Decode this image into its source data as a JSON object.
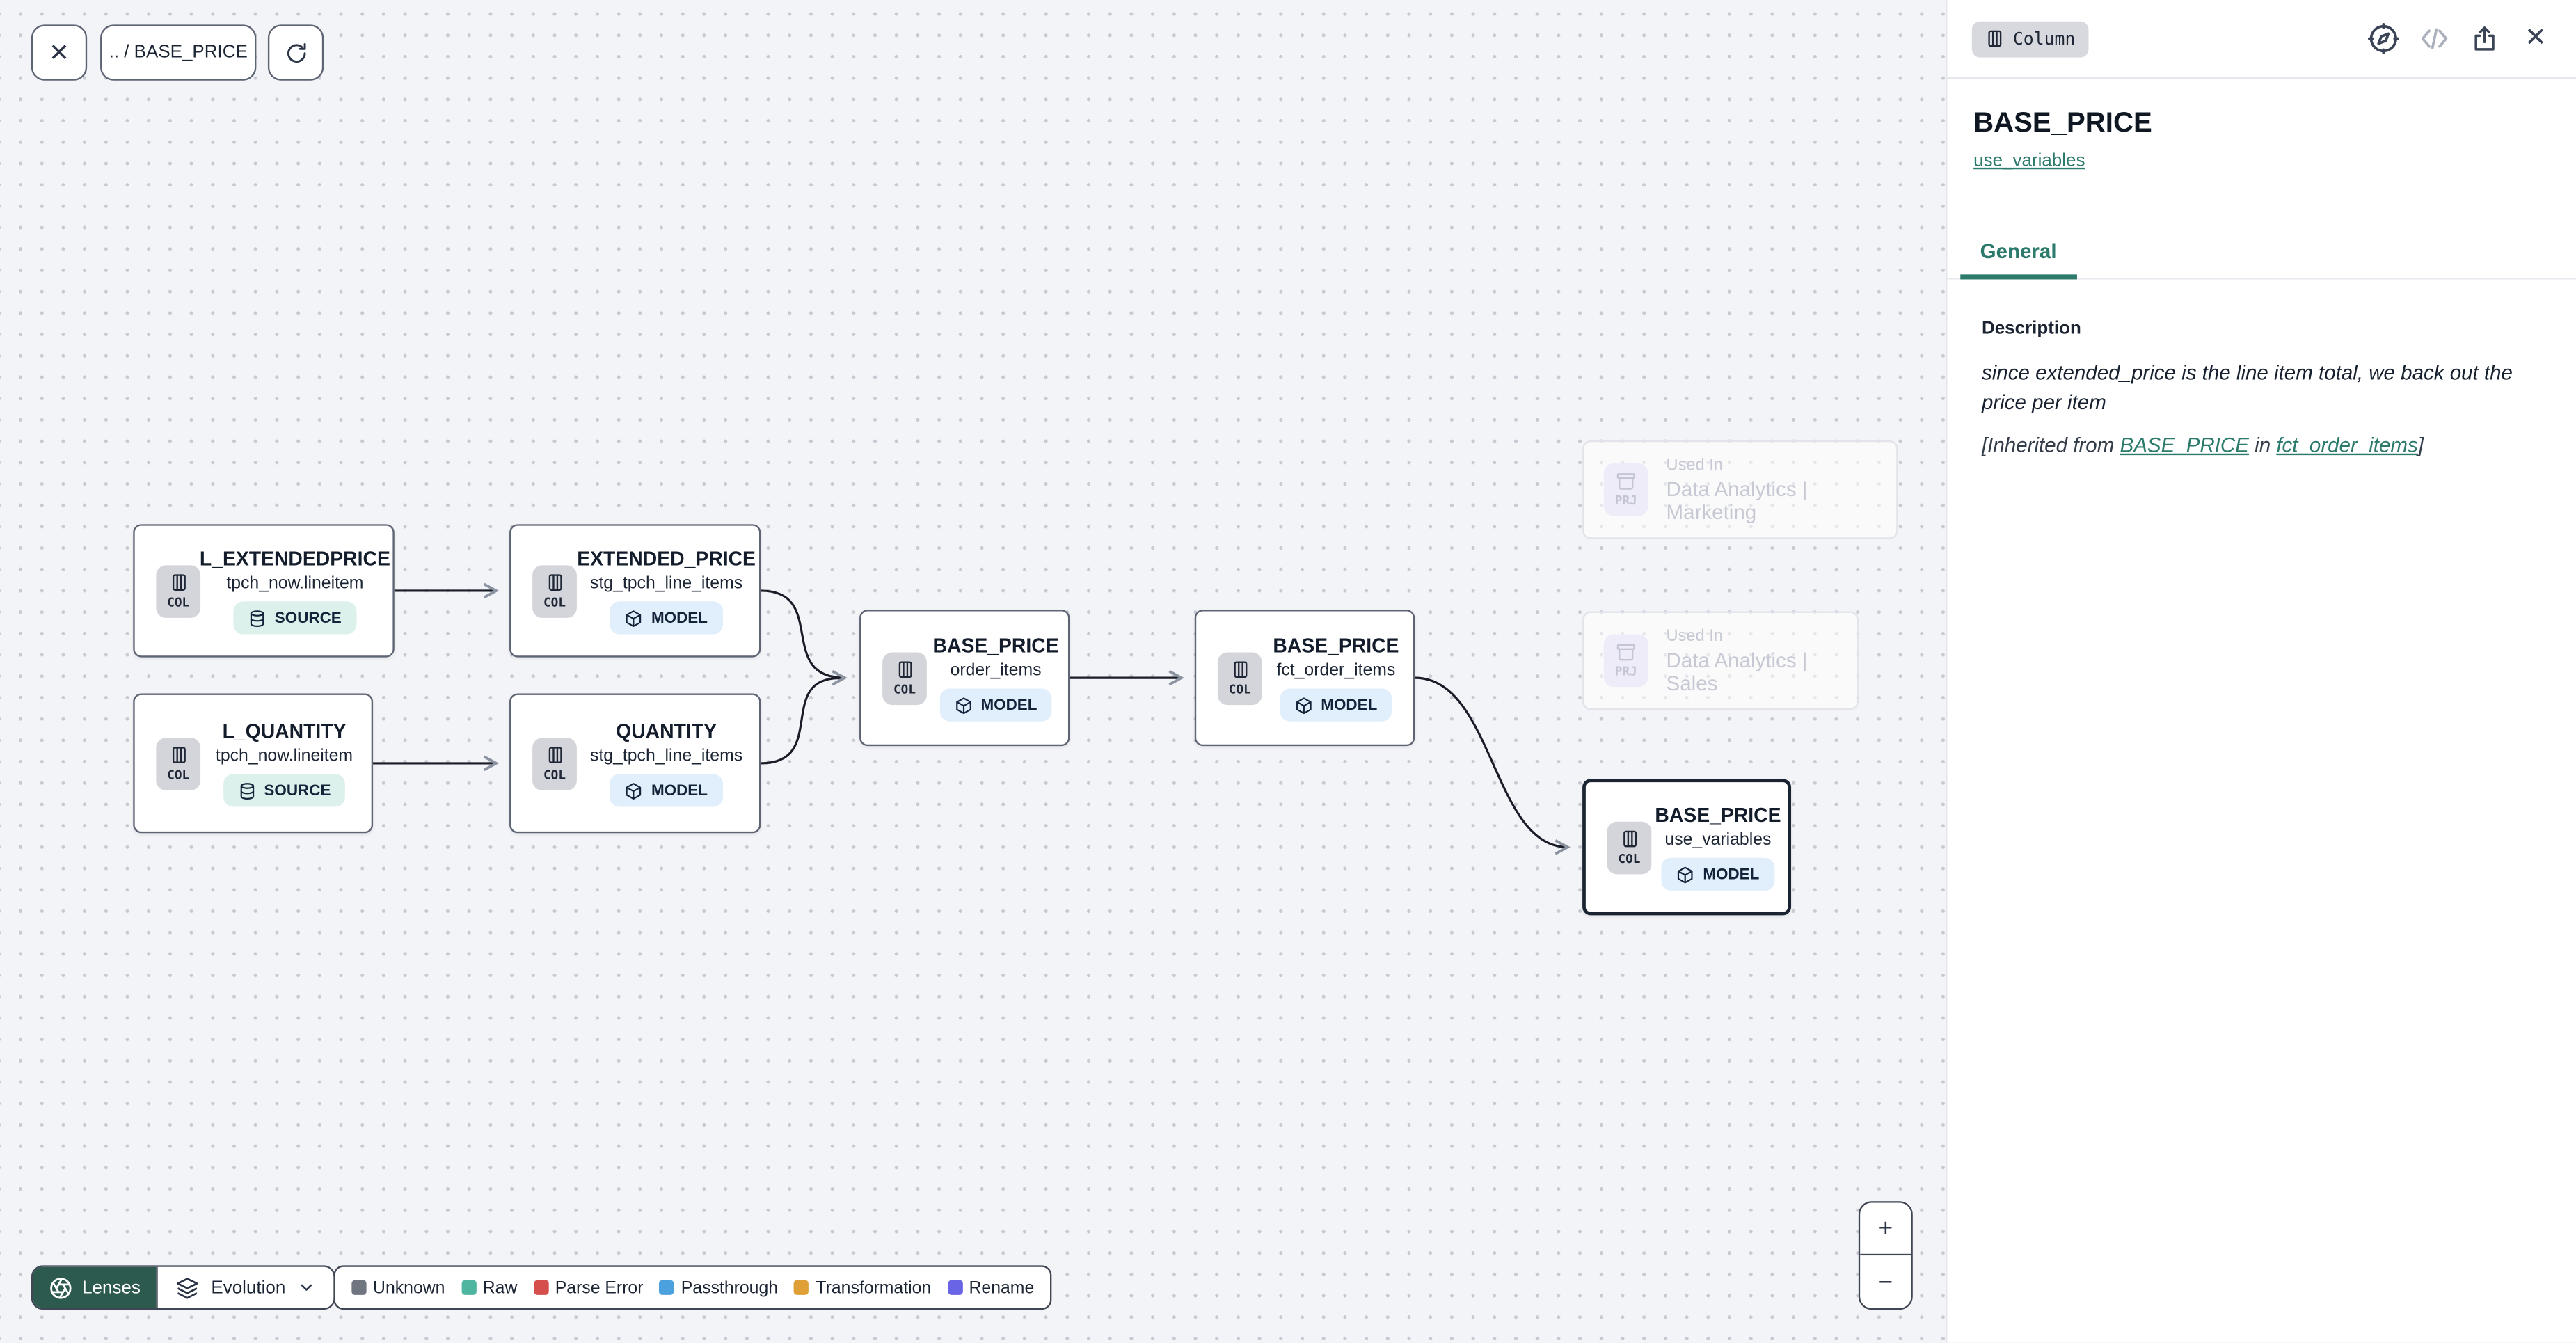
{
  "toolbar": {
    "breadcrumb": ".. / BASE_PRICE"
  },
  "canvas": {
    "nodes": [
      {
        "badge": "RAW",
        "title": "L_EXTENDEDPRICE",
        "subtitle": "tpch_now.lineitem",
        "chip": "COL",
        "kind": "SOURCE"
      },
      {
        "badge": "RENAME",
        "title": "EXTENDED_PRICE",
        "subtitle": "stg_tpch_line_items",
        "chip": "COL",
        "kind": "MODEL"
      },
      {
        "badge": "RAW",
        "title": "L_QUANTITY",
        "subtitle": "tpch_now.lineitem",
        "chip": "COL",
        "kind": "SOURCE"
      },
      {
        "badge": "RENAME",
        "title": "QUANTITY",
        "subtitle": "stg_tpch_line_items",
        "chip": "COL",
        "kind": "MODEL"
      },
      {
        "badge": "TRANSFORMATION",
        "title": "BASE_PRICE",
        "subtitle": "order_items",
        "chip": "COL",
        "kind": "MODEL"
      },
      {
        "badge": "PASSTHROUGH",
        "title": "BASE_PRICE",
        "subtitle": "fct_order_items",
        "chip": "COL",
        "kind": "MODEL"
      },
      {
        "badge": "PASSTHROUGH",
        "title": "BASE_PRICE",
        "subtitle": "use_variables",
        "chip": "COL",
        "kind": "MODEL"
      }
    ],
    "used_in": [
      {
        "chip": "PRJ",
        "label": "Used In",
        "project": "Data Analytics | Marketing"
      },
      {
        "chip": "PRJ",
        "label": "Used In",
        "project": "Data Analytics | Sales"
      }
    ]
  },
  "lenses": {
    "button_label": "Lenses",
    "selected_lens": "Evolution"
  },
  "legend": {
    "items": [
      {
        "label": "Unknown",
        "color": "#6f7680"
      },
      {
        "label": "Raw",
        "color": "#4db5a0"
      },
      {
        "label": "Parse Error",
        "color": "#d5504d"
      },
      {
        "label": "Passthrough",
        "color": "#4aa1de"
      },
      {
        "label": "Transformation",
        "color": "#dfa038"
      },
      {
        "label": "Rename",
        "color": "#6963e6"
      }
    ]
  },
  "zoom_controls": {
    "zoom_in": "+",
    "zoom_out": "−"
  },
  "panel": {
    "type_chip": "Column",
    "title": "BASE_PRICE",
    "subtitle_link": "use_variables",
    "tabs": [
      {
        "label": "General"
      }
    ],
    "description": {
      "label": "Description",
      "text": "since extended_price is the line item total, we back out the price per item",
      "inherited_prefix": "[Inherited from ",
      "inherited_link1": "BASE_PRICE",
      "inherited_middle": " in ",
      "inherited_link2": "fct_order_items",
      "inherited_suffix": "]"
    },
    "accent_color": "#2c7a6b"
  }
}
